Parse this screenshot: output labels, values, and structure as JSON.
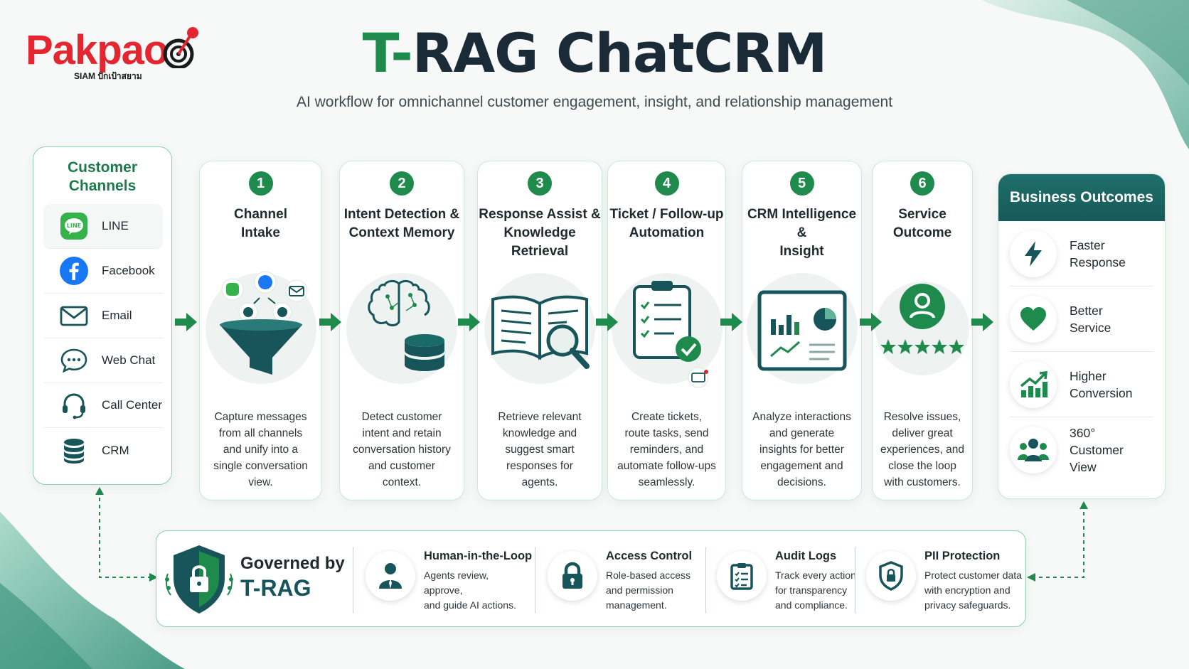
{
  "header": {
    "logo_text": "Pakpao",
    "logo_sub": "SIAM ปักเป้าสยาม",
    "title_part1": "T-",
    "title_part2": "RAG ChatCRM",
    "subtitle": "AI workflow for omnichannel customer engagement, insight, and relationship management"
  },
  "channels": {
    "title": "Customer\nChannels",
    "items": [
      {
        "label": "LINE",
        "icon": "line-icon"
      },
      {
        "label": "Facebook",
        "icon": "facebook-icon"
      },
      {
        "label": "Email",
        "icon": "email-icon"
      },
      {
        "label": "Web Chat",
        "icon": "web-chat-icon"
      },
      {
        "label": "Call Center",
        "icon": "headset-icon"
      },
      {
        "label": "CRM",
        "icon": "database-icon"
      }
    ]
  },
  "steps": [
    {
      "number": "1",
      "title": "Channel\nIntake",
      "icon": "funnel-icon",
      "desc": "Capture messages\nfrom all channels\nand unify into a\nsingle conversation\nview."
    },
    {
      "number": "2",
      "title": "Intent Detection &\nContext Memory",
      "icon": "brain-database-icon",
      "desc": "Detect customer\nintent and retain\nconversation history\nand customer\ncontext."
    },
    {
      "number": "3",
      "title": "Response Assist &\nKnowledge Retrieval",
      "icon": "book-search-icon",
      "desc": "Retrieve relevant\nknowledge and\nsuggest smart\nresponses for\nagents."
    },
    {
      "number": "4",
      "title": "Ticket / Follow-up\nAutomation",
      "icon": "clipboard-check-icon",
      "desc": "Create tickets,\nroute tasks, send\nreminders, and\nautomate follow-ups\nseamlessly."
    },
    {
      "number": "5",
      "title": "CRM Intelligence &\nInsight",
      "icon": "dashboard-icon",
      "desc": "Analyze interactions\nand generate\ninsights for better\nengagement and\ndecisions."
    },
    {
      "number": "6",
      "title": "Service\nOutcome",
      "icon": "user-rating-icon",
      "desc": "Resolve issues,\ndeliver great\nexperiences, and\nclose the loop\nwith customers."
    }
  ],
  "outcomes": {
    "title": "Business Outcomes",
    "items": [
      {
        "label": "Faster\nResponse",
        "icon": "lightning-icon"
      },
      {
        "label": "Better\nService",
        "icon": "heart-icon"
      },
      {
        "label": "Higher\nConversion",
        "icon": "growth-chart-icon"
      },
      {
        "label": "360°\nCustomer View",
        "icon": "people-icon"
      }
    ]
  },
  "governance": {
    "governed_by": "Governed by",
    "trag": "T-RAG",
    "items": [
      {
        "title": "Human-in-the-Loop",
        "desc": "Agents review, approve,\nand guide AI actions.",
        "icon": "person-icon"
      },
      {
        "title": "Access Control",
        "desc": "Role-based access\nand permission\nmanagement.",
        "icon": "lock-icon"
      },
      {
        "title": "Audit Logs",
        "desc": "Track every action\nfor transparency\nand compliance.",
        "icon": "checklist-icon"
      },
      {
        "title": "PII Protection",
        "desc": "Protect customer data\nwith encryption and\nprivacy safeguards.",
        "icon": "shield-lock-icon"
      }
    ]
  },
  "colors": {
    "primary_green": "#1e8a4c",
    "dark_teal": "#17555a",
    "title_dark": "#1a2a36",
    "logo_red": "#e3262f"
  }
}
